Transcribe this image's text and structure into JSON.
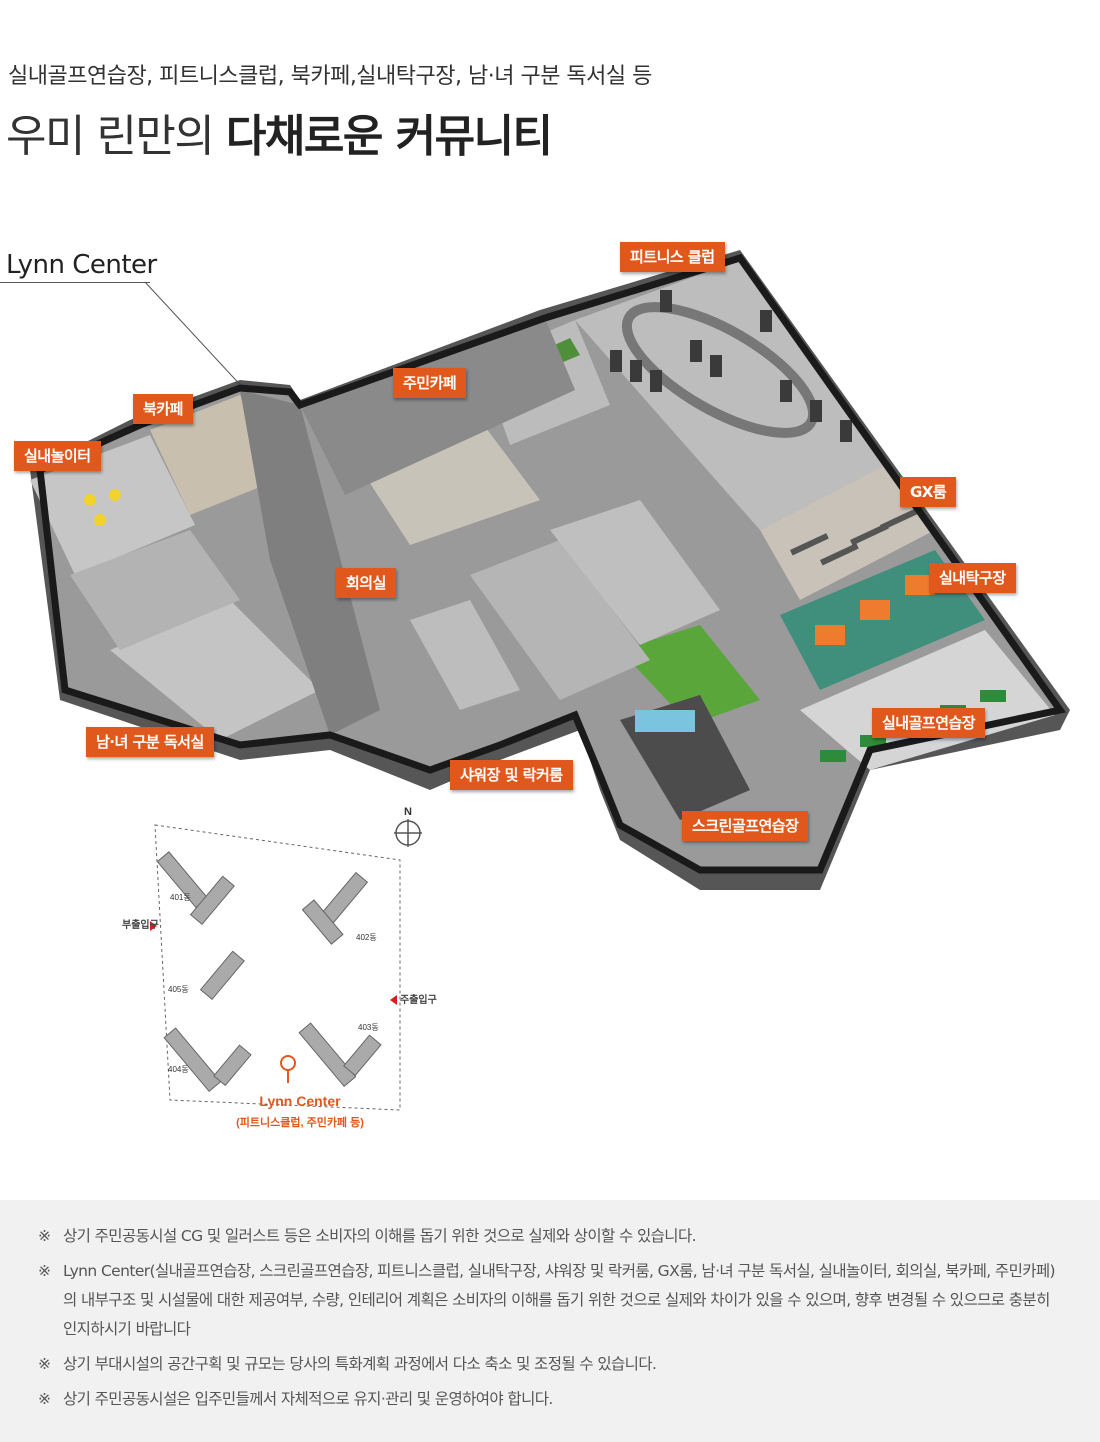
{
  "header": {
    "subtitle": "실내골프연습장, 피트니스클럽, 북카페,실내탁구장, 남·녀 구분 독서실 등",
    "title_light": "우미 린만의 ",
    "title_bold": "다채로운 커뮤니티"
  },
  "plan": {
    "center_label": "Lynn Center",
    "rooms": {
      "fitness": "피트니스 클럽",
      "resident_cafe": "주민카페",
      "book_cafe": "북카페",
      "kids_play": "실내놀이터",
      "gx_room": "GX룸",
      "meeting_room": "회의실",
      "table_tennis": "실내탁구장",
      "reading_room": "남·녀 구분 독서실",
      "golf_practice": "실내골프연습장",
      "shower_locker": "샤워장 및 락커룸",
      "screen_golf": "스크린골프연습장"
    }
  },
  "sitemap": {
    "north": "N",
    "buildings": [
      "401동",
      "402동",
      "405동",
      "403동",
      "404동"
    ],
    "side_entrance": "부출입구",
    "main_entrance": "주출입구",
    "center_name": "Lynn Center",
    "center_desc": "(피트니스클럽, 주민카페 등)"
  },
  "notes": {
    "mark": "※",
    "items": [
      "상기 주민공동시설 CG 및 일러스트 등은 소비자의 이해를 돕기 위한 것으로 실제와 상이할 수 있습니다.",
      "Lynn Center(실내골프연습장, 스크린골프연습장, 피트니스클럽, 실내탁구장, 샤워장 및 락커룸, GX룸, 남·녀 구분 독서실, 실내놀이터, 회의실, 북카페, 주민카페)의 내부구조 및 시설물에 대한 제공여부, 수량, 인테리어 계획은 소비자의 이해를 돕기 위한 것으로 실제와 차이가 있을 수 있으며, 향후 변경될 수 있으므로 충분히 인지하시기 바랍니다",
      "상기 부대시설의 공간구획 및 규모는 당사의 특화계획 과정에서 다소 축소 및 조정될 수 있습니다.",
      "상기 주민공동시설은 입주민들께서 자체적으로 유지·관리 및 운영하여야 합니다."
    ]
  },
  "colors": {
    "accent": "#e0581c",
    "wall": "#1a1a1a",
    "floor": "#cfcfcf",
    "corridor": "#8b8b8b",
    "turf": "#5aa63a",
    "table_tennis": "#3f8f7c",
    "notes_bg": "#f1f1f1"
  }
}
